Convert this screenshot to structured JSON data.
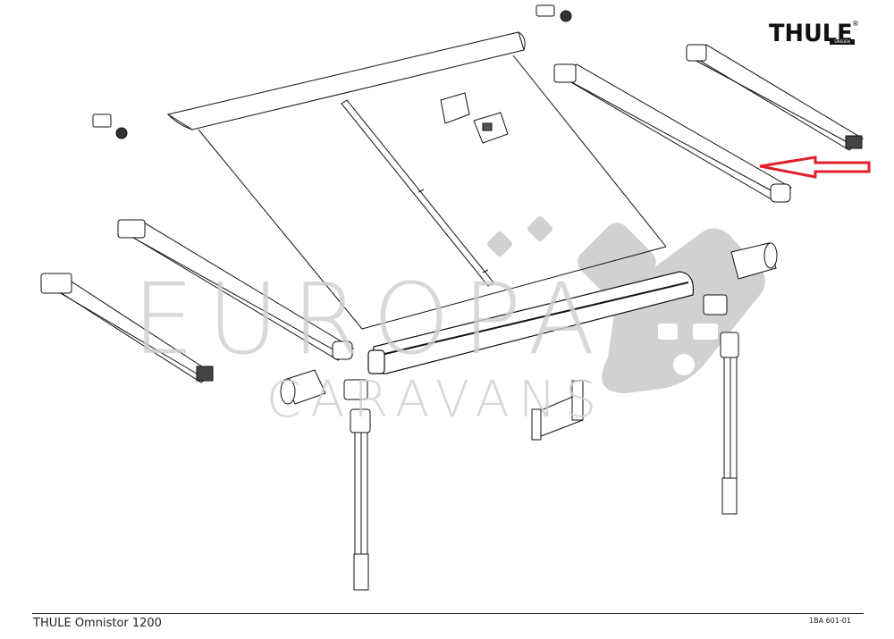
{
  "brand": {
    "logo_text": "THULE",
    "registered_mark": "®",
    "sub_label": "SWEDEN"
  },
  "watermark": {
    "line1": "EUROPA",
    "line2": "CARAVANS",
    "color": "#c8c8c8"
  },
  "diagram": {
    "type": "exploded-parts-diagram",
    "subject": "awning assembly",
    "highlight_arrow_color": "#e0202a",
    "highlighted_part": "support-arm-right-rear",
    "parts": [
      "front-profile-cover",
      "fabric-canopy",
      "tension-rod",
      "wall-bracket",
      "wall-bracket-clip",
      "end-cap-screw-left",
      "end-cap-screw-top",
      "support-arm-left-front",
      "support-arm-left-rear",
      "support-arm-right-front",
      "support-arm-right-rear",
      "lead-bar-profile",
      "end-cap-left",
      "end-cap-right",
      "leg-bracket-left",
      "leg-bracket-right",
      "leg-left",
      "leg-right",
      "center-handle-bracket"
    ]
  },
  "footer": {
    "title": "THULE Omnistor 1200",
    "code": "1BA 601-01"
  }
}
